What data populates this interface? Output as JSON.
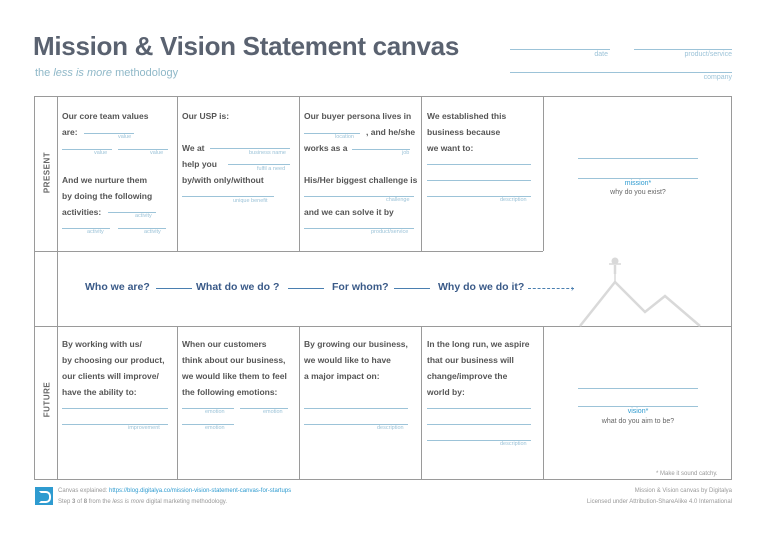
{
  "header": {
    "title": "Mission & Vision Statement canvas",
    "subtitle_pre": "the ",
    "subtitle_em": "less is more",
    "subtitle_post": " methodology",
    "field_date": "date",
    "field_product": "product/service",
    "field_company": "company"
  },
  "present": {
    "side_label": "PRESENT",
    "team_line1": "Our core team values",
    "team_line2": "are:",
    "team_line3": "And we nurture them",
    "team_line4": "by doing the following",
    "team_line5": "activities:",
    "usp_line1": "Our USP is:",
    "usp_line2": "We at",
    "usp_line3": "help you",
    "usp_line4": "by/with only/without",
    "persona_line1": "Our buyer persona lives in",
    "persona_line2": ", and he/she",
    "persona_line3": "works as a",
    "persona_line4": "His/Her biggest challenge is",
    "persona_line5": "and we can solve it by",
    "why_line1": "We established this",
    "why_line2": "business because",
    "why_line3": "we want to:",
    "mission_title": "mission*",
    "mission_sub": "why do you exist?"
  },
  "labels": {
    "value": "value",
    "activity": "activity",
    "business_name": "business name",
    "fulfil_need": "fulfil a need",
    "unique_benefit": "unique benefit",
    "location": "location",
    "job": "job",
    "challenge": "challenge",
    "product_service": "product/service",
    "description": "description",
    "improvement": "improvement",
    "emotion": "emotion"
  },
  "flow": {
    "who": "Who we are?",
    "what": "What do we do ?",
    "whom": "For whom?",
    "why": "Why do we do it?"
  },
  "future": {
    "side_label": "FUTURE",
    "work_line1": "By working with us/",
    "work_line2": "by choosing our product,",
    "work_line3": "our clients will improve/",
    "work_line4": "have the ability to:",
    "cust_line1": "When our customers",
    "cust_line2": "think about our business,",
    "cust_line3": "we would like them to feel",
    "cust_line4": "the following emotions:",
    "grow_line1": "By growing our business,",
    "grow_line2": "we would like to have",
    "grow_line3": "a major impact on:",
    "long_line1": "In the long run, we aspire",
    "long_line2": "that our business will",
    "long_line3": "change/improve the",
    "long_line4": "world by:",
    "vision_title": "vision*",
    "vision_sub": "what do you aim to be?",
    "note": "* Make it sound catchy."
  },
  "footer": {
    "explained_pre": "Canvas explained: ",
    "explained_link": "https://blog.digitalya.co/mission-vision-statement-canvas-for-startups",
    "step_pre": "Step ",
    "step_n": "3",
    "step_of": " of ",
    "step_total": "8",
    "step_mid": " from the ",
    "step_em": "less is more",
    "step_post": " digital marketing methodology.",
    "credit1": "Mission & Vision canvas by Digitalya",
    "credit2": "Licensed under Attribution-ShareAlike 4.0 International"
  },
  "colors": {
    "accent": "#2e9bd0",
    "title": "#5a6270",
    "line": "#9cc3d8"
  }
}
